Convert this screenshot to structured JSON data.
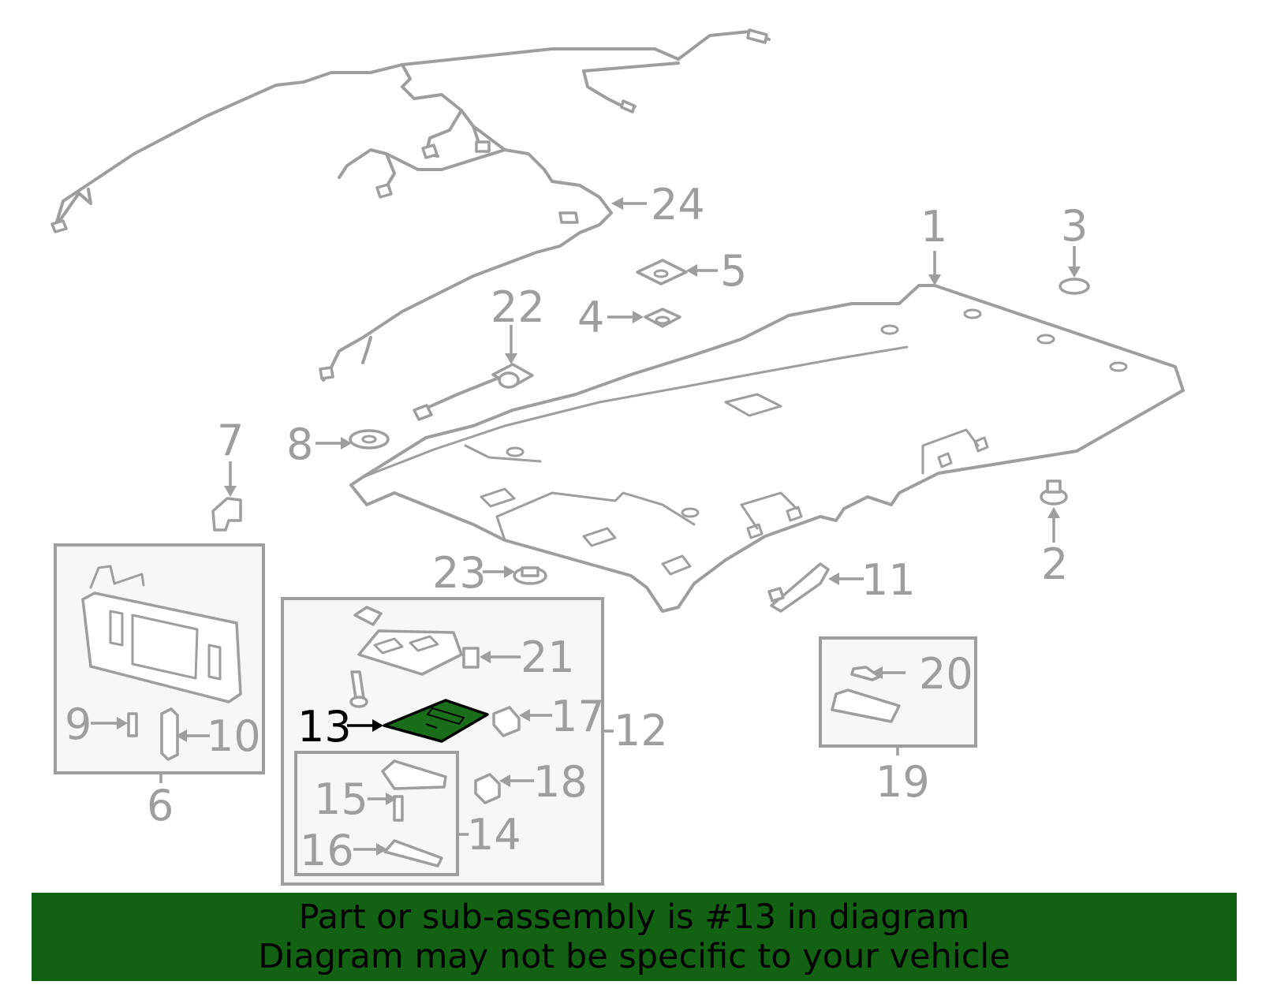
{
  "diagram": {
    "highlight_color": "#1a6e1a",
    "line_color": "#9e9e9e",
    "callouts": {
      "c1": "1",
      "c2": "2",
      "c3": "3",
      "c4": "4",
      "c5": "5",
      "c6": "6",
      "c7": "7",
      "c8": "8",
      "c9": "9",
      "c10": "10",
      "c11": "11",
      "c12": "12",
      "c13": "13",
      "c14": "14",
      "c15": "15",
      "c16": "16",
      "c17": "17",
      "c18": "18",
      "c19": "19",
      "c20": "20",
      "c21": "21",
      "c22": "22",
      "c23": "23",
      "c24": "24"
    },
    "highlighted_part": "13"
  },
  "banner": {
    "line1": "Part or sub-assembly is #13 in diagram",
    "line2": "Diagram may not be specific to your vehicle",
    "color": "#136113"
  }
}
